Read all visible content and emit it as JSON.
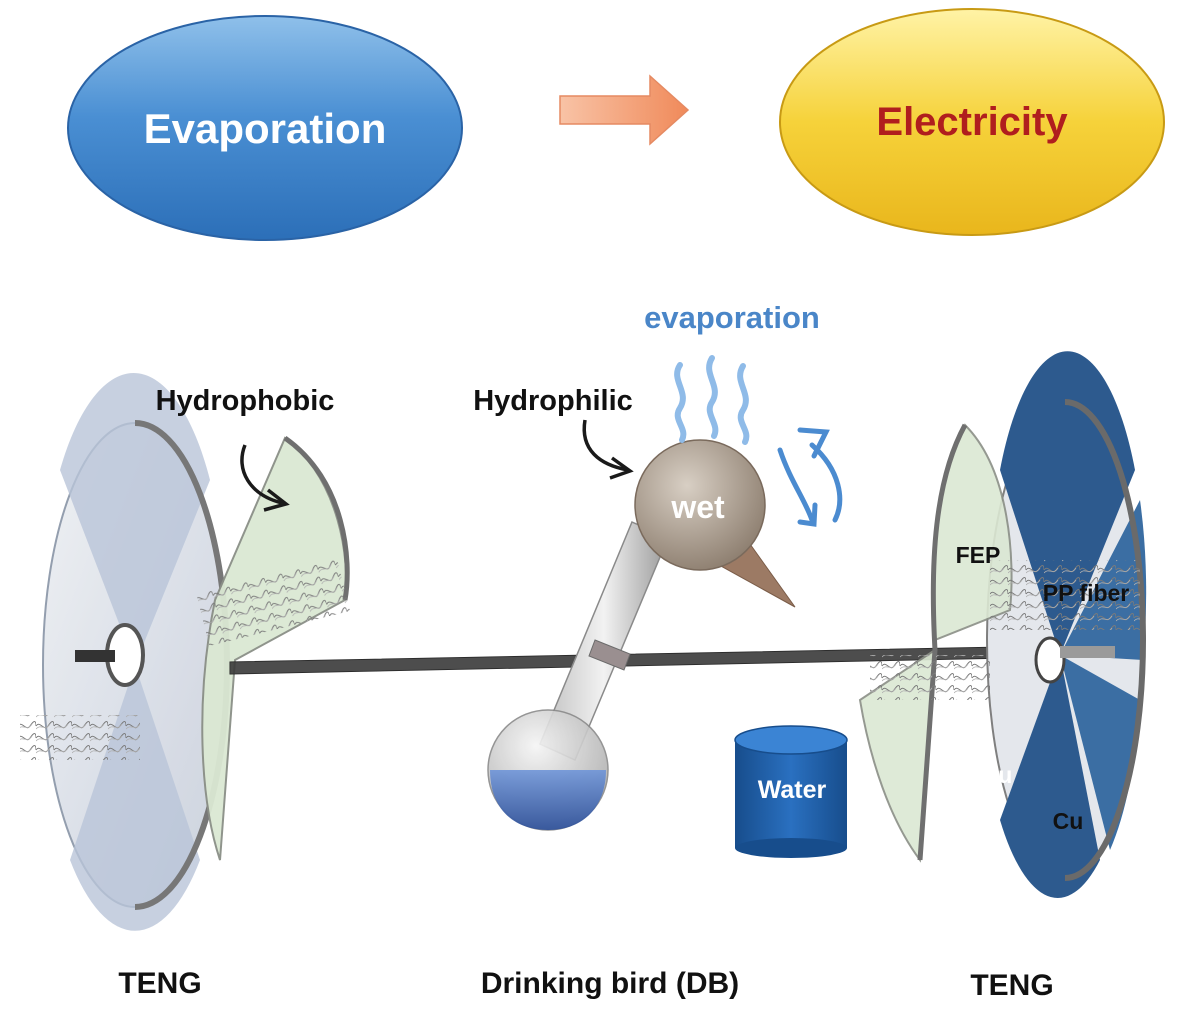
{
  "flow": {
    "source_label": "Evaporation",
    "target_label": "Electricity",
    "source_color": "#3f86cf",
    "target_color": "#f2cc2c",
    "arrow_color": "#f3a27d"
  },
  "labels": {
    "evaporation": "evaporation",
    "hydrophobic": "Hydrophobic",
    "hydrophilic": "Hydrophilic",
    "wet": "wet",
    "fep": "FEP",
    "pp_fiber": "PP fiber",
    "cu_upper": "Cu",
    "cu_lower": "Cu",
    "water": "Water",
    "teng_left": "TENG",
    "drinking_bird": "Drinking bird (DB)",
    "teng_right": "TENG"
  },
  "icons": {
    "flow_arrow": "right-arrow-icon",
    "vapor": "vapor-wave-icon",
    "rotation": "rotation-arrow-icon",
    "pointer": "curved-pointer-icon"
  },
  "colors": {
    "evaporation_text": "#4a86c8",
    "water_cylinder": "#1f5fa8",
    "copper_sector": "#2d5a8e",
    "fep_film": "#dbe8d3"
  }
}
